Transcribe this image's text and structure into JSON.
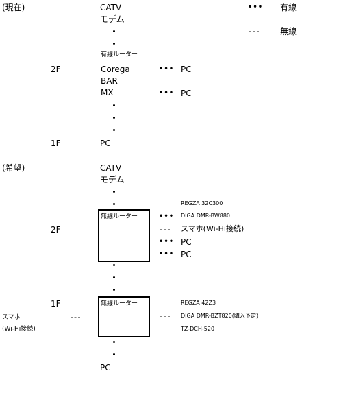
{
  "legend": {
    "wired_label": "有線",
    "wireless_label": "無線"
  },
  "current": {
    "heading": "(現在)",
    "catv": "CATV",
    "modem": "モデム",
    "floor_2f": "2F",
    "router_title": "有線ルーター",
    "router_lines": [
      "Corega",
      "BAR",
      "MX"
    ],
    "pc1": "PC",
    "pc2": "PC",
    "floor_1f": "1F",
    "pc_1f": "PC"
  },
  "desired": {
    "heading": "(希望)",
    "catv": "CATV",
    "modem": "モデム",
    "floor_2f": "2F",
    "router2f_title": "無線ルーター",
    "devices_2f": [
      "REGZA 32C300",
      "DIGA DMR-BW880",
      "スマホ(Wi-Hi接続)",
      "PC",
      "PC"
    ],
    "floor_1f": "1F",
    "router1f_title": "無線ルーター",
    "devices_1f": [
      "REGZA 42Z3",
      "DIGA DMR-BZT820(購入予定)",
      "TZ-DCH-520"
    ],
    "smartphone_left": [
      "スマホ",
      "(Wi-Hi接続)"
    ],
    "pc_bottom": "PC"
  }
}
